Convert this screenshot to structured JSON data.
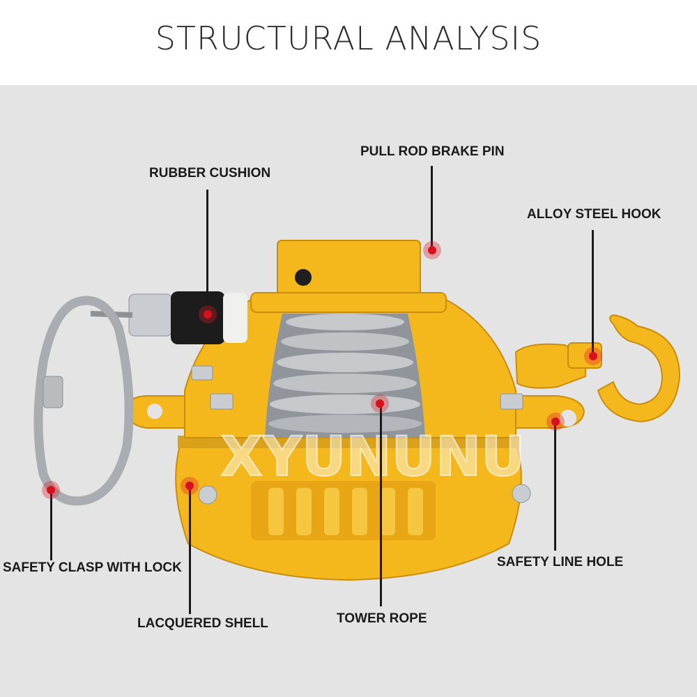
{
  "title": "STRUCTURAL ANALYSIS",
  "watermark": "XYUNUNU",
  "colors": {
    "body": "#f4b81c",
    "body_dark": "#d99a10",
    "steel": "#b9bcbf",
    "rope": "#9aa0a6",
    "marker": "#d8101e",
    "background": "#e4e4e4"
  },
  "labels": {
    "pull_rod": "PULL ROD BRAKE PIN",
    "rubber_cushion": "RUBBER CUSHION",
    "alloy_hook": "ALLOY STEEL HOOK",
    "safety_clasp": "SAFETY CLASP WITH LOCK",
    "safety_line_hole": "SAFETY LINE HOLE",
    "lacquered_shell": "LACQUERED SHELL",
    "tower_rope": "TOWER ROPE"
  }
}
